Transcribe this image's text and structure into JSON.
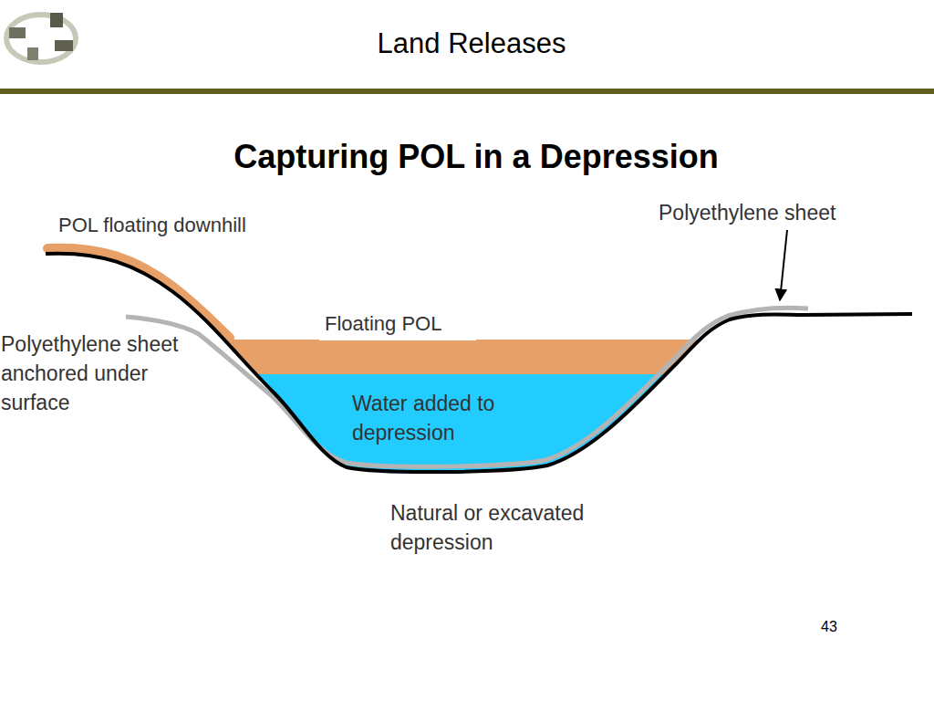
{
  "diagram": {
    "title": "Capturing POL in a Depression",
    "labels": [
      "Land Releases",
      "POL floating downhill",
      "Polyethylene sheet",
      "Floating POL",
      "Polyethylene sheet anchored under surface",
      "Water added to depression",
      "Natural or excavated depression",
      "43"
    ]
  }
}
